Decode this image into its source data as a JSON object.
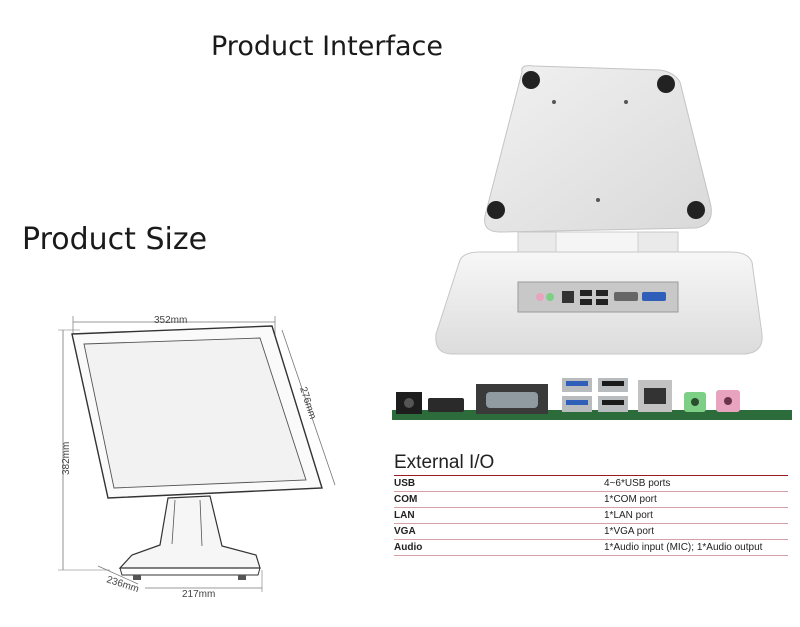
{
  "headings": {
    "interface": "Product Interface",
    "size": "Product Size"
  },
  "dimensions": {
    "top_width": "352mm",
    "screen_height": "276mm",
    "total_height": "382mm",
    "base_depth": "236mm",
    "base_width": "217mm"
  },
  "io": {
    "title": "External I/O",
    "rows": [
      {
        "name": "USB",
        "desc": "4~6*USB ports"
      },
      {
        "name": "COM",
        "desc": "1*COM port"
      },
      {
        "name": "LAN",
        "desc": "1*LAN port"
      },
      {
        "name": "VGA",
        "desc": "1*VGA port"
      },
      {
        "name": "Audio",
        "desc": "1*Audio input (MIC); 1*Audio output"
      }
    ]
  },
  "colors": {
    "table_rule": "#9b1a22",
    "audio_green": "#7ecf86",
    "audio_pink": "#e8a3bf",
    "usb_blue": "#2f5fb8"
  }
}
